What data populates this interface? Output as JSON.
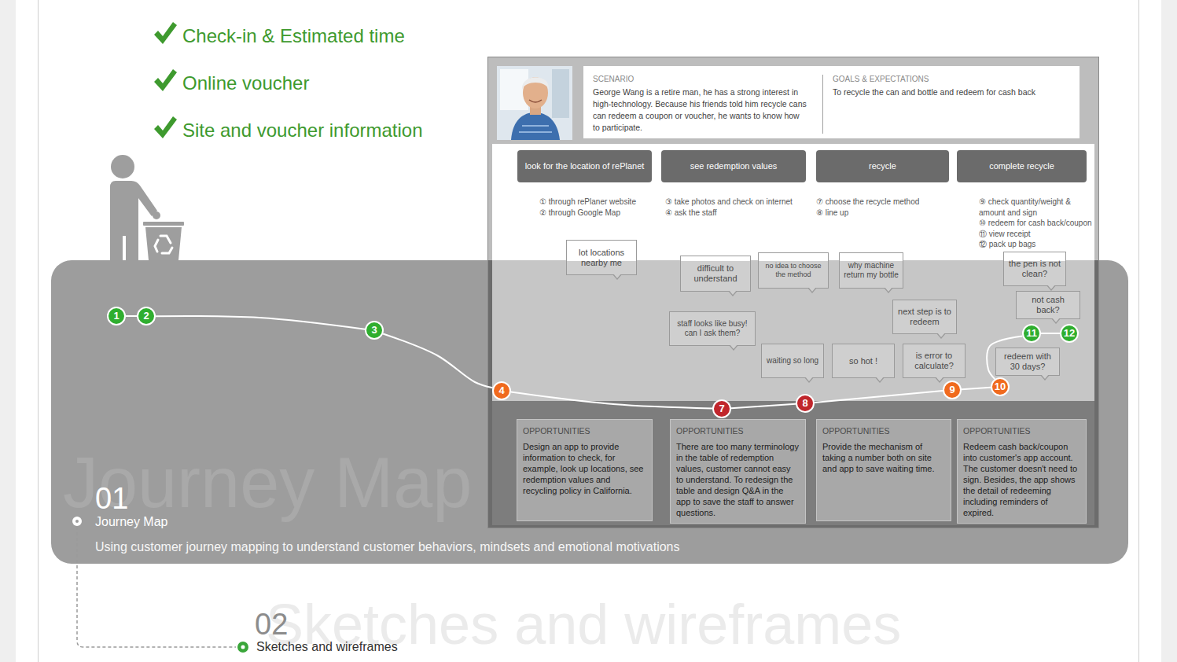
{
  "diagram": {
    "nodes": [
      {
        "text": [
          "SCENARIO",
          "George Wang is a retire man, he has a strong interest in high-technology. Because his friends told him recycle cans can redeem a coupon or voucher, he wants to know how to participate.",
          "GOALS & EXPECTATIONS",
          "To recycle the can and bottle and redeem for cash back"
        ]
      },
      {
        "text": [
          "look for the location of rePlanet"
        ]
      },
      {
        "text": [
          "see redemption values"
        ]
      },
      {
        "text": [
          "recycle"
        ]
      },
      {
        "text": [
          "complete recycle"
        ]
      },
      {
        "text": [
          "lot locations nearby me"
        ]
      },
      {
        "text": [
          "difficult to understand"
        ]
      },
      {
        "text": [
          "no idea to choose the method"
        ]
      },
      {
        "text": [
          "why machine return my bottle"
        ]
      },
      {
        "text": [
          "the pen is not clean?"
        ]
      },
      {
        "text": [
          "not cash back?"
        ]
      },
      {
        "text": [
          "next step is to redeem"
        ]
      },
      {
        "text": [
          "staff looks like busy! can I ask them?"
        ]
      },
      {
        "text": [
          "waiting so long"
        ]
      },
      {
        "text": [
          "so hot !"
        ]
      },
      {
        "text": [
          "is error to calculate?"
        ]
      },
      {
        "text": [
          "redeem with 30 days?"
        ]
      },
      {
        "text": [
          "1"
        ]
      },
      {
        "text": [
          "2"
        ]
      },
      {
        "text": [
          "3"
        ]
      },
      {
        "text": [
          "4"
        ]
      },
      {
        "text": [
          "7"
        ]
      },
      {
        "text": [
          "8"
        ]
      },
      {
        "text": [
          "9"
        ]
      },
      {
        "text": [
          "10"
        ]
      },
      {
        "text": [
          "11"
        ]
      },
      {
        "text": [
          "12"
        ]
      },
      {
        "text": [
          "OPPORTUNITIES",
          "Design an app to provide information to check, for example, look up locations, see redemption values and recycling policy in California."
        ]
      },
      {
        "text": [
          "OPPORTUNITIES",
          "There are too many terminology in the table of redemption values, customer cannot easy to understand. To redesign the table and design Q&A in the app to save the staff to answer questions."
        ]
      },
      {
        "text": [
          "OPPORTUNITIES",
          "Provide the mechanism of taking a number both on site and app to save waiting time."
        ]
      },
      {
        "text": [
          "OPPORTUNITIES",
          "Redeem cash back/coupon into customer's app account. The customer doesn't need to sign. Besides, the app shows the detail of redeeming including reminders of expired."
        ]
      },
      {
        "text": [
          "01",
          "Journey Map",
          "Using customer journey mapping to understand customer behaviors, mindsets and emotional motivations"
        ]
      }
    ],
    "edges": [
      {
        "from": 17,
        "to": 18,
        "arrow": "none"
      },
      {
        "from": 18,
        "to": 19,
        "arrow": "none"
      },
      {
        "from": 19,
        "to": 20,
        "arrow": "none"
      },
      {
        "from": 20,
        "to": 21,
        "arrow": "none"
      },
      {
        "from": 21,
        "to": 22,
        "arrow": "none"
      },
      {
        "from": 22,
        "to": 23,
        "arrow": "none"
      },
      {
        "from": 23,
        "to": 24,
        "arrow": "none"
      },
      {
        "from": 24,
        "to": 25,
        "arrow": "none"
      },
      {
        "from": 25,
        "to": 26,
        "arrow": "none"
      }
    ],
    "labels": [
      "Check-in & Estimated time",
      "Online voucher",
      "Site and voucher information",
      "① through rePlaner website",
      "② through Google Map",
      "③ take photos and check on internet",
      "④ ask the staff",
      "⑦ choose the recycle method",
      "⑧ line up",
      "⑨ check quantity/weight & amount and sign",
      "⑩ redeem for cash back/coupon",
      "⑪ view receipt",
      "⑫ pack up bags",
      "Journey Map",
      "Sketches and wireframes",
      "02",
      "Sketches and wireframes"
    ]
  }
}
